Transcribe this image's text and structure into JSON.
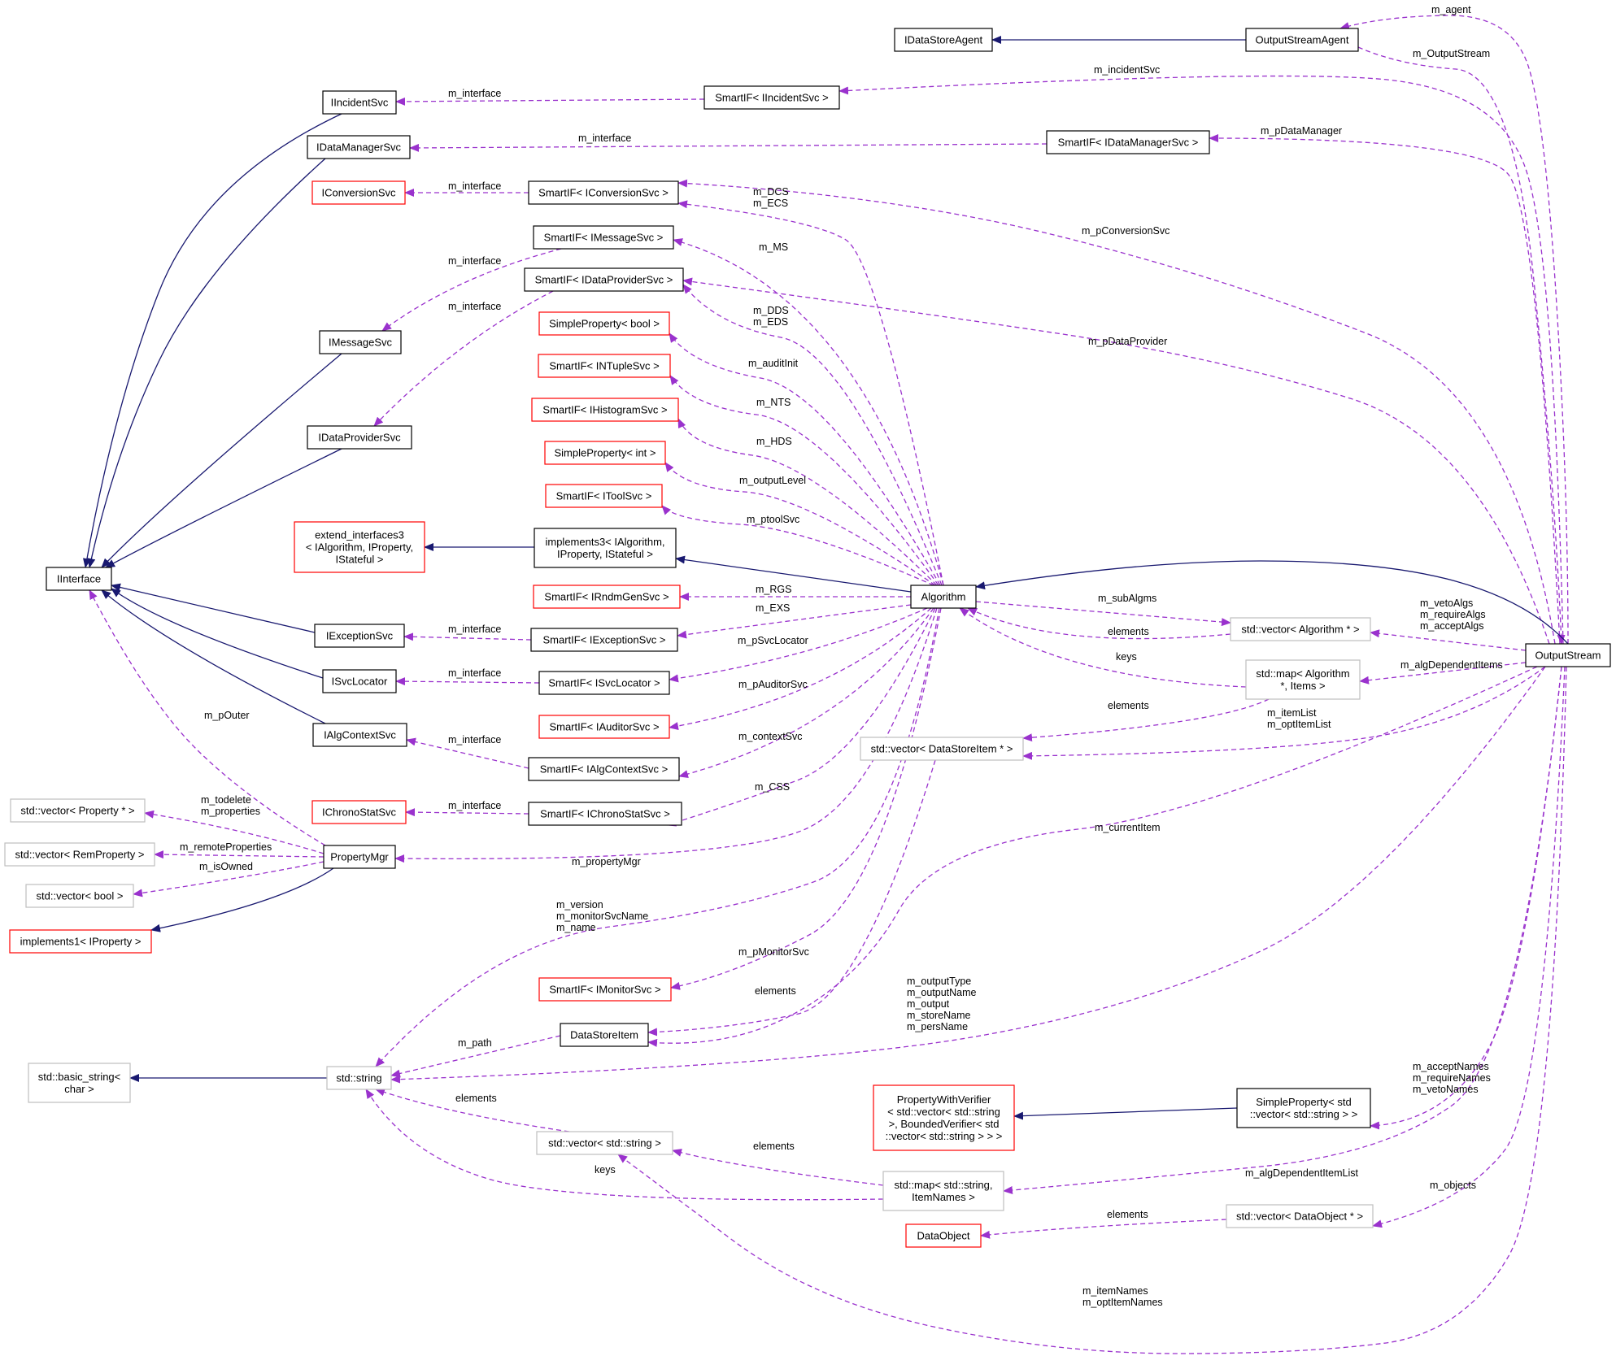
{
  "colors": {
    "inheritance": "#191970",
    "usage": "#9a32cd",
    "node_black": "#000000",
    "node_red": "#ff0000",
    "node_gray": "#bfbfbf",
    "node_fill_highlight": "#bfbfbf"
  },
  "nodes": [
    {
      "id": "OutputStreamAgent",
      "lines": [
        "OutputStreamAgent"
      ],
      "border": "black",
      "fill": "highlight"
    },
    {
      "id": "IDataStoreAgent",
      "lines": [
        "IDataStoreAgent"
      ],
      "border": "black"
    },
    {
      "id": "IIncidentSvc",
      "lines": [
        "IIncidentSvc"
      ],
      "border": "black"
    },
    {
      "id": "SmartIF_IIncidentSvc",
      "lines": [
        "SmartIF< IIncidentSvc >"
      ],
      "border": "black"
    },
    {
      "id": "IDataManagerSvc",
      "lines": [
        "IDataManagerSvc"
      ],
      "border": "black"
    },
    {
      "id": "SmartIF_IDataManagerSvc",
      "lines": [
        "SmartIF< IDataManagerSvc >"
      ],
      "border": "black"
    },
    {
      "id": "IConversionSvc",
      "lines": [
        "IConversionSvc"
      ],
      "border": "red"
    },
    {
      "id": "SmartIF_IConversionSvc",
      "lines": [
        "SmartIF< IConversionSvc >"
      ],
      "border": "black"
    },
    {
      "id": "SmartIF_IMessageSvc",
      "lines": [
        "SmartIF< IMessageSvc >"
      ],
      "border": "black"
    },
    {
      "id": "SmartIF_IDataProviderSvc",
      "lines": [
        "SmartIF< IDataProviderSvc >"
      ],
      "border": "black"
    },
    {
      "id": "IMessageSvc",
      "lines": [
        "IMessageSvc"
      ],
      "border": "black"
    },
    {
      "id": "SimpleProperty_bool",
      "lines": [
        "SimpleProperty< bool >"
      ],
      "border": "red"
    },
    {
      "id": "SmartIF_INTupleSvc",
      "lines": [
        "SmartIF< INTupleSvc >"
      ],
      "border": "red"
    },
    {
      "id": "SmartIF_IHistogramSvc",
      "lines": [
        "SmartIF< IHistogramSvc >"
      ],
      "border": "red"
    },
    {
      "id": "IDataProviderSvc",
      "lines": [
        "IDataProviderSvc"
      ],
      "border": "black"
    },
    {
      "id": "SimpleProperty_int",
      "lines": [
        "SimpleProperty< int >"
      ],
      "border": "red"
    },
    {
      "id": "SmartIF_IToolSvc",
      "lines": [
        "SmartIF< IToolSvc >"
      ],
      "border": "red"
    },
    {
      "id": "extend_interfaces3",
      "lines": [
        "extend_interfaces3",
        "< IAlgorithm, IProperty,",
        "IStateful >"
      ],
      "border": "red"
    },
    {
      "id": "implements3",
      "lines": [
        "implements3< IAlgorithm,",
        "IProperty, IStateful >"
      ],
      "border": "black"
    },
    {
      "id": "IInterface",
      "lines": [
        "IInterface"
      ],
      "border": "black"
    },
    {
      "id": "SmartIF_IRndmGenSvc",
      "lines": [
        "SmartIF< IRndmGenSvc >"
      ],
      "border": "red"
    },
    {
      "id": "Algorithm",
      "lines": [
        "Algorithm"
      ],
      "border": "black"
    },
    {
      "id": "vector_Algorithm",
      "lines": [
        "std::vector< Algorithm * >"
      ],
      "border": "gray"
    },
    {
      "id": "IExceptionSvc",
      "lines": [
        "IExceptionSvc"
      ],
      "border": "black"
    },
    {
      "id": "SmartIF_IExceptionSvc",
      "lines": [
        "SmartIF< IExceptionSvc >"
      ],
      "border": "black"
    },
    {
      "id": "OutputStream",
      "lines": [
        "OutputStream"
      ],
      "border": "black"
    },
    {
      "id": "map_Algorithm",
      "lines": [
        "std::map< Algorithm",
        "*, Items >"
      ],
      "border": "gray"
    },
    {
      "id": "ISvcLocator",
      "lines": [
        "ISvcLocator"
      ],
      "border": "black"
    },
    {
      "id": "SmartIF_ISvcLocator",
      "lines": [
        "SmartIF< ISvcLocator >"
      ],
      "border": "black"
    },
    {
      "id": "IAlgContextSvc",
      "lines": [
        "IAlgContextSvc"
      ],
      "border": "black"
    },
    {
      "id": "SmartIF_IAuditorSvc",
      "lines": [
        "SmartIF< IAuditorSvc >"
      ],
      "border": "red"
    },
    {
      "id": "vector_DataStoreItem",
      "lines": [
        "std::vector< DataStoreItem * >"
      ],
      "border": "gray"
    },
    {
      "id": "SmartIF_IAlgContextSvc",
      "lines": [
        "SmartIF< IAlgContextSvc >"
      ],
      "border": "black"
    },
    {
      "id": "vector_Property",
      "lines": [
        "std::vector< Property * >"
      ],
      "border": "gray"
    },
    {
      "id": "IChronoStatSvc",
      "lines": [
        "IChronoStatSvc"
      ],
      "border": "red"
    },
    {
      "id": "SmartIF_IChronoStatSvc",
      "lines": [
        "SmartIF< IChronoStatSvc >"
      ],
      "border": "black"
    },
    {
      "id": "vector_RemProperty",
      "lines": [
        "std::vector< RemProperty >"
      ],
      "border": "gray"
    },
    {
      "id": "PropertyMgr",
      "lines": [
        "PropertyMgr"
      ],
      "border": "black"
    },
    {
      "id": "vector_bool",
      "lines": [
        "std::vector< bool >"
      ],
      "border": "gray"
    },
    {
      "id": "implements1",
      "lines": [
        "implements1< IProperty >"
      ],
      "border": "red"
    },
    {
      "id": "SmartIF_IMonitorSvc",
      "lines": [
        "SmartIF< IMonitorSvc >"
      ],
      "border": "red"
    },
    {
      "id": "DataStoreItem",
      "lines": [
        "DataStoreItem"
      ],
      "border": "black"
    },
    {
      "id": "basic_string",
      "lines": [
        "std::basic_string<",
        "char >"
      ],
      "border": "gray"
    },
    {
      "id": "std_string",
      "lines": [
        "std::string"
      ],
      "border": "gray"
    },
    {
      "id": "PropertyWithVerifier",
      "lines": [
        "PropertyWithVerifier",
        "< std::vector< std::string",
        ">, BoundedVerifier< std",
        "::vector< std::string > > >"
      ],
      "border": "red"
    },
    {
      "id": "SimpleProperty_vector_string",
      "lines": [
        "SimpleProperty< std",
        "::vector< std::string > >"
      ],
      "border": "black"
    },
    {
      "id": "vector_string",
      "lines": [
        "std::vector< std::string >"
      ],
      "border": "gray"
    },
    {
      "id": "map_string_ItemNames",
      "lines": [
        "std::map< std::string,",
        "ItemNames >"
      ],
      "border": "gray"
    },
    {
      "id": "vector_DataObject",
      "lines": [
        "std::vector< DataObject * >"
      ],
      "border": "gray"
    },
    {
      "id": "DataObject",
      "lines": [
        "DataObject"
      ],
      "border": "red"
    }
  ],
  "edges": [
    {
      "from": "OutputStreamAgent",
      "to": "IDataStoreAgent",
      "kind": "inheritance",
      "labels": []
    },
    {
      "from": "OutputStream",
      "to": "OutputStreamAgent",
      "kind": "usage",
      "labels": [
        "m_agent"
      ]
    },
    {
      "from": "OutputStreamAgent",
      "to": "OutputStream",
      "kind": "usage",
      "labels": [
        "m_OutputStream"
      ]
    },
    {
      "from": "OutputStream",
      "to": "SmartIF_IIncidentSvc",
      "kind": "usage",
      "labels": [
        "m_incidentSvc"
      ]
    },
    {
      "from": "SmartIF_IIncidentSvc",
      "to": "IIncidentSvc",
      "kind": "usage",
      "labels": [
        "m_interface"
      ]
    },
    {
      "from": "OutputStream",
      "to": "SmartIF_IDataManagerSvc",
      "kind": "usage",
      "labels": [
        "m_pDataManager"
      ]
    },
    {
      "from": "SmartIF_IDataManagerSvc",
      "to": "IDataManagerSvc",
      "kind": "usage",
      "labels": [
        "m_interface"
      ]
    },
    {
      "from": "SmartIF_IConversionSvc",
      "to": "IConversionSvc",
      "kind": "usage",
      "labels": [
        "m_interface"
      ]
    },
    {
      "from": "Algorithm",
      "to": "SmartIF_IConversionSvc",
      "kind": "usage",
      "labels": [
        "m_DCS",
        "m_ECS"
      ]
    },
    {
      "from": "OutputStream",
      "to": "SmartIF_IConversionSvc",
      "kind": "usage",
      "labels": [
        "m_pConversionSvc"
      ]
    },
    {
      "from": "SmartIF_IMessageSvc",
      "to": "IMessageSvc",
      "kind": "usage",
      "labels": [
        "m_interface"
      ]
    },
    {
      "from": "Algorithm",
      "to": "SmartIF_IMessageSvc",
      "kind": "usage",
      "labels": [
        "m_MS"
      ]
    },
    {
      "from": "SmartIF_IDataProviderSvc",
      "to": "IDataProviderSvc",
      "kind": "usage",
      "labels": [
        "m_interface"
      ]
    },
    {
      "from": "Algorithm",
      "to": "SmartIF_IDataProviderSvc",
      "kind": "usage",
      "labels": [
        "m_DDS",
        "m_EDS"
      ]
    },
    {
      "from": "OutputStream",
      "to": "SmartIF_IDataProviderSvc",
      "kind": "usage",
      "labels": [
        "m_pDataProvider"
      ]
    },
    {
      "from": "Algorithm",
      "to": "SimpleProperty_bool",
      "kind": "usage",
      "labels": [
        "m_auditInit"
      ]
    },
    {
      "from": "Algorithm",
      "to": "SmartIF_INTupleSvc",
      "kind": "usage",
      "labels": [
        "m_NTS"
      ]
    },
    {
      "from": "Algorithm",
      "to": "SmartIF_IHistogramSvc",
      "kind": "usage",
      "labels": [
        "m_HDS"
      ]
    },
    {
      "from": "Algorithm",
      "to": "SimpleProperty_int",
      "kind": "usage",
      "labels": [
        "m_outputLevel"
      ]
    },
    {
      "from": "Algorithm",
      "to": "SmartIF_IToolSvc",
      "kind": "usage",
      "labels": [
        "m_ptoolSvc"
      ]
    },
    {
      "from": "implements3",
      "to": "extend_interfaces3",
      "kind": "inheritance",
      "labels": []
    },
    {
      "from": "Algorithm",
      "to": "implements3",
      "kind": "inheritance",
      "labels": []
    },
    {
      "from": "OutputStream",
      "to": "Algorithm",
      "kind": "inheritance",
      "labels": []
    },
    {
      "from": "Algorithm",
      "to": "SmartIF_IRndmGenSvc",
      "kind": "usage",
      "labels": [
        "m_RGS"
      ]
    },
    {
      "from": "Algorithm",
      "to": "SmartIF_IExceptionSvc",
      "kind": "usage",
      "labels": [
        "m_EXS"
      ]
    },
    {
      "from": "Algorithm",
      "to": "vector_Algorithm",
      "kind": "usage",
      "labels": [
        "m_subAlgms"
      ]
    },
    {
      "from": "vector_Algorithm",
      "to": "Algorithm",
      "kind": "usage",
      "labels": [
        "elements"
      ]
    },
    {
      "from": "map_Algorithm",
      "to": "Algorithm",
      "kind": "usage",
      "labels": [
        "keys"
      ]
    },
    {
      "from": "OutputStream",
      "to": "vector_Algorithm",
      "kind": "usage",
      "labels": [
        "m_vetoAlgs",
        "m_requireAlgs",
        "m_acceptAlgs"
      ]
    },
    {
      "from": "OutputStream",
      "to": "map_Algorithm",
      "kind": "usage",
      "labels": [
        "m_algDependentItems"
      ]
    },
    {
      "from": "map_Algorithm",
      "to": "vector_DataStoreItem",
      "kind": "usage",
      "labels": [
        "elements"
      ]
    },
    {
      "from": "OutputStream",
      "to": "vector_DataStoreItem",
      "kind": "usage",
      "labels": [
        "m_itemList",
        "m_optItemList"
      ]
    },
    {
      "from": "SmartIF_IExceptionSvc",
      "to": "IExceptionSvc",
      "kind": "usage",
      "labels": [
        "m_interface"
      ]
    },
    {
      "from": "Algorithm",
      "to": "SmartIF_ISvcLocator",
      "kind": "usage",
      "labels": [
        "m_pSvcLocator"
      ]
    },
    {
      "from": "SmartIF_ISvcLocator",
      "to": "ISvcLocator",
      "kind": "usage",
      "labels": [
        "m_interface"
      ]
    },
    {
      "from": "Algorithm",
      "to": "SmartIF_IAuditorSvc",
      "kind": "usage",
      "labels": [
        "m_pAuditorSvc"
      ]
    },
    {
      "from": "Algorithm",
      "to": "SmartIF_IAlgContextSvc",
      "kind": "usage",
      "labels": [
        "m_contextSvc"
      ]
    },
    {
      "from": "SmartIF_IAlgContextSvc",
      "to": "IAlgContextSvc",
      "kind": "usage",
      "labels": [
        "m_interface"
      ]
    },
    {
      "from": "Algorithm",
      "to": "SmartIF_IChronoStatSvc",
      "kind": "usage",
      "labels": [
        "m_CSS"
      ]
    },
    {
      "from": "SmartIF_IChronoStatSvc",
      "to": "IChronoStatSvc",
      "kind": "usage",
      "labels": [
        "m_interface"
      ]
    },
    {
      "from": "Algorithm",
      "to": "PropertyMgr",
      "kind": "usage",
      "labels": [
        "m_propertyMgr"
      ]
    },
    {
      "from": "PropertyMgr",
      "to": "vector_Property",
      "kind": "usage",
      "labels": [
        "m_todelete",
        "m_properties"
      ]
    },
    {
      "from": "PropertyMgr",
      "to": "vector_RemProperty",
      "kind": "usage",
      "labels": [
        "m_remoteProperties"
      ]
    },
    {
      "from": "PropertyMgr",
      "to": "vector_bool",
      "kind": "usage",
      "labels": [
        "m_isOwned"
      ]
    },
    {
      "from": "PropertyMgr",
      "to": "implements1",
      "kind": "inheritance",
      "labels": []
    },
    {
      "from": "PropertyMgr",
      "to": "IInterface",
      "kind": "usage",
      "labels": [
        "m_pOuter"
      ]
    },
    {
      "from": "IIncidentSvc",
      "to": "IInterface",
      "kind": "inheritance",
      "labels": []
    },
    {
      "from": "IDataManagerSvc",
      "to": "IInterface",
      "kind": "inheritance",
      "labels": []
    },
    {
      "from": "IMessageSvc",
      "to": "IInterface",
      "kind": "inheritance",
      "labels": []
    },
    {
      "from": "IDataProviderSvc",
      "to": "IInterface",
      "kind": "inheritance",
      "labels": []
    },
    {
      "from": "IExceptionSvc",
      "to": "IInterface",
      "kind": "inheritance",
      "labels": []
    },
    {
      "from": "ISvcLocator",
      "to": "IInterface",
      "kind": "inheritance",
      "labels": []
    },
    {
      "from": "IAlgContextSvc",
      "to": "IInterface",
      "kind": "inheritance",
      "labels": []
    },
    {
      "from": "Algorithm",
      "to": "std_string",
      "kind": "usage",
      "labels": [
        "m_version",
        "m_monitorSvcName",
        "m_name"
      ]
    },
    {
      "from": "Algorithm",
      "to": "SmartIF_IMonitorSvc",
      "kind": "usage",
      "labels": [
        "m_pMonitorSvc"
      ]
    },
    {
      "from": "vector_DataStoreItem",
      "to": "DataStoreItem",
      "kind": "usage",
      "labels": [
        "elements"
      ]
    },
    {
      "from": "OutputStream",
      "to": "DataStoreItem",
      "kind": "usage",
      "labels": [
        "m_currentItem"
      ]
    },
    {
      "from": "DataStoreItem",
      "to": "std_string",
      "kind": "usage",
      "labels": [
        "m_path"
      ]
    },
    {
      "from": "OutputStream",
      "to": "std_string",
      "kind": "usage",
      "labels": [
        "m_outputType",
        "m_outputName",
        "m_output",
        "m_storeName",
        "m_persName"
      ]
    },
    {
      "from": "std_string",
      "to": "basic_string",
      "kind": "inheritance",
      "labels": []
    },
    {
      "from": "vector_string",
      "to": "std_string",
      "kind": "usage",
      "labels": [
        "elements"
      ]
    },
    {
      "from": "map_string_ItemNames",
      "to": "std_string",
      "kind": "usage",
      "labels": [
        "keys"
      ]
    },
    {
      "from": "map_string_ItemNames",
      "to": "vector_string",
      "kind": "usage",
      "labels": [
        "elements"
      ]
    },
    {
      "from": "SimpleProperty_vector_string",
      "to": "PropertyWithVerifier",
      "kind": "inheritance",
      "labels": []
    },
    {
      "from": "OutputStream",
      "to": "SimpleProperty_vector_string",
      "kind": "usage",
      "labels": [
        "m_acceptNames",
        "m_requireNames",
        "m_vetoNames"
      ]
    },
    {
      "from": "OutputStream",
      "to": "map_string_ItemNames",
      "kind": "usage",
      "labels": [
        "m_algDependentItemList"
      ]
    },
    {
      "from": "OutputStream",
      "to": "vector_DataObject",
      "kind": "usage",
      "labels": [
        "m_objects"
      ]
    },
    {
      "from": "vector_DataObject",
      "to": "DataObject",
      "kind": "usage",
      "labels": [
        "elements"
      ]
    },
    {
      "from": "OutputStream",
      "to": "vector_string",
      "kind": "usage",
      "labels": [
        "m_itemNames",
        "m_optItemNames"
      ]
    }
  ]
}
